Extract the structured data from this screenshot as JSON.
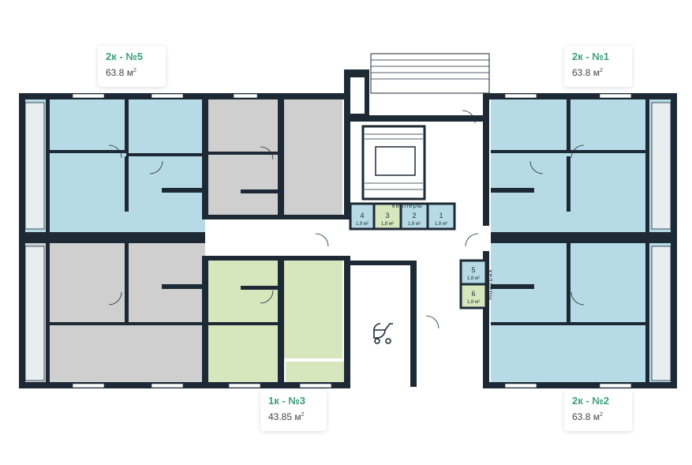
{
  "apartments": [
    {
      "id": "a5",
      "name": "2к - №5",
      "area": "63.8 м",
      "area_sup": "2"
    },
    {
      "id": "a1",
      "name": "2к - №1",
      "area": "63.8 м",
      "area_sup": "2"
    },
    {
      "id": "a3",
      "name": "1к - №3",
      "area": "43.85 м",
      "area_sup": "2"
    },
    {
      "id": "a2",
      "name": "2к - №2",
      "area": "63.8 м",
      "area_sup": "2"
    }
  ],
  "storage": {
    "group_label": "келлеры",
    "units": [
      {
        "num": "4",
        "area": "1,9 м²"
      },
      {
        "num": "3",
        "area": "1,8 м²"
      },
      {
        "num": "2",
        "area": "1,8 м²"
      },
      {
        "num": "1",
        "area": "1,8 м²"
      },
      {
        "num": "5",
        "area": "1,8 м²"
      },
      {
        "num": "6",
        "area": "1,8 м²"
      }
    ]
  },
  "colors": {
    "wall": "#1d2a36",
    "two_room": "#b7dbe6",
    "one_room": "#d6e6bd",
    "other_unit": "#cfcfcf",
    "accent_text": "#3a9f7a"
  },
  "icons": {
    "stroller": "stroller-icon"
  }
}
